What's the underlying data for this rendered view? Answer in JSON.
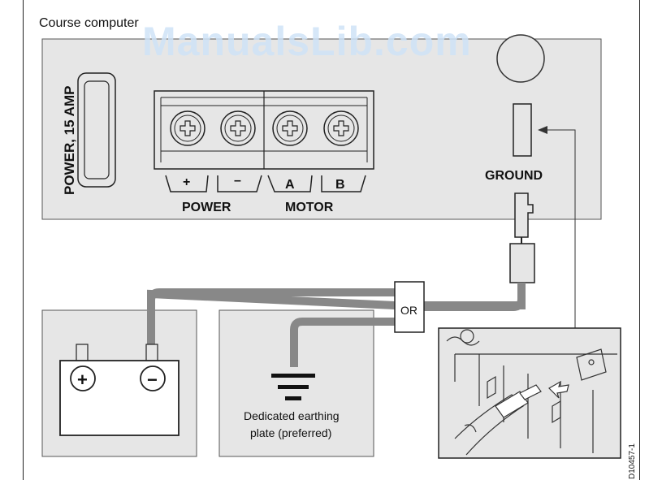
{
  "title": "Course computer",
  "watermark": "ManualsLib.com",
  "power_rating_label": "POWER, 15 AMP",
  "terminals": {
    "power_plus": "+",
    "power_minus": "–",
    "motor_a": "A",
    "motor_b": "B",
    "power_group": "POWER",
    "motor_group": "MOTOR"
  },
  "ground_label": "GROUND",
  "or_label": "OR",
  "earthing_plate_label_line1": "Dedicated earthing",
  "earthing_plate_label_line2": "plate (preferred)",
  "battery": {
    "plus": "+",
    "minus": "−"
  },
  "doc_id": "D10457-1"
}
